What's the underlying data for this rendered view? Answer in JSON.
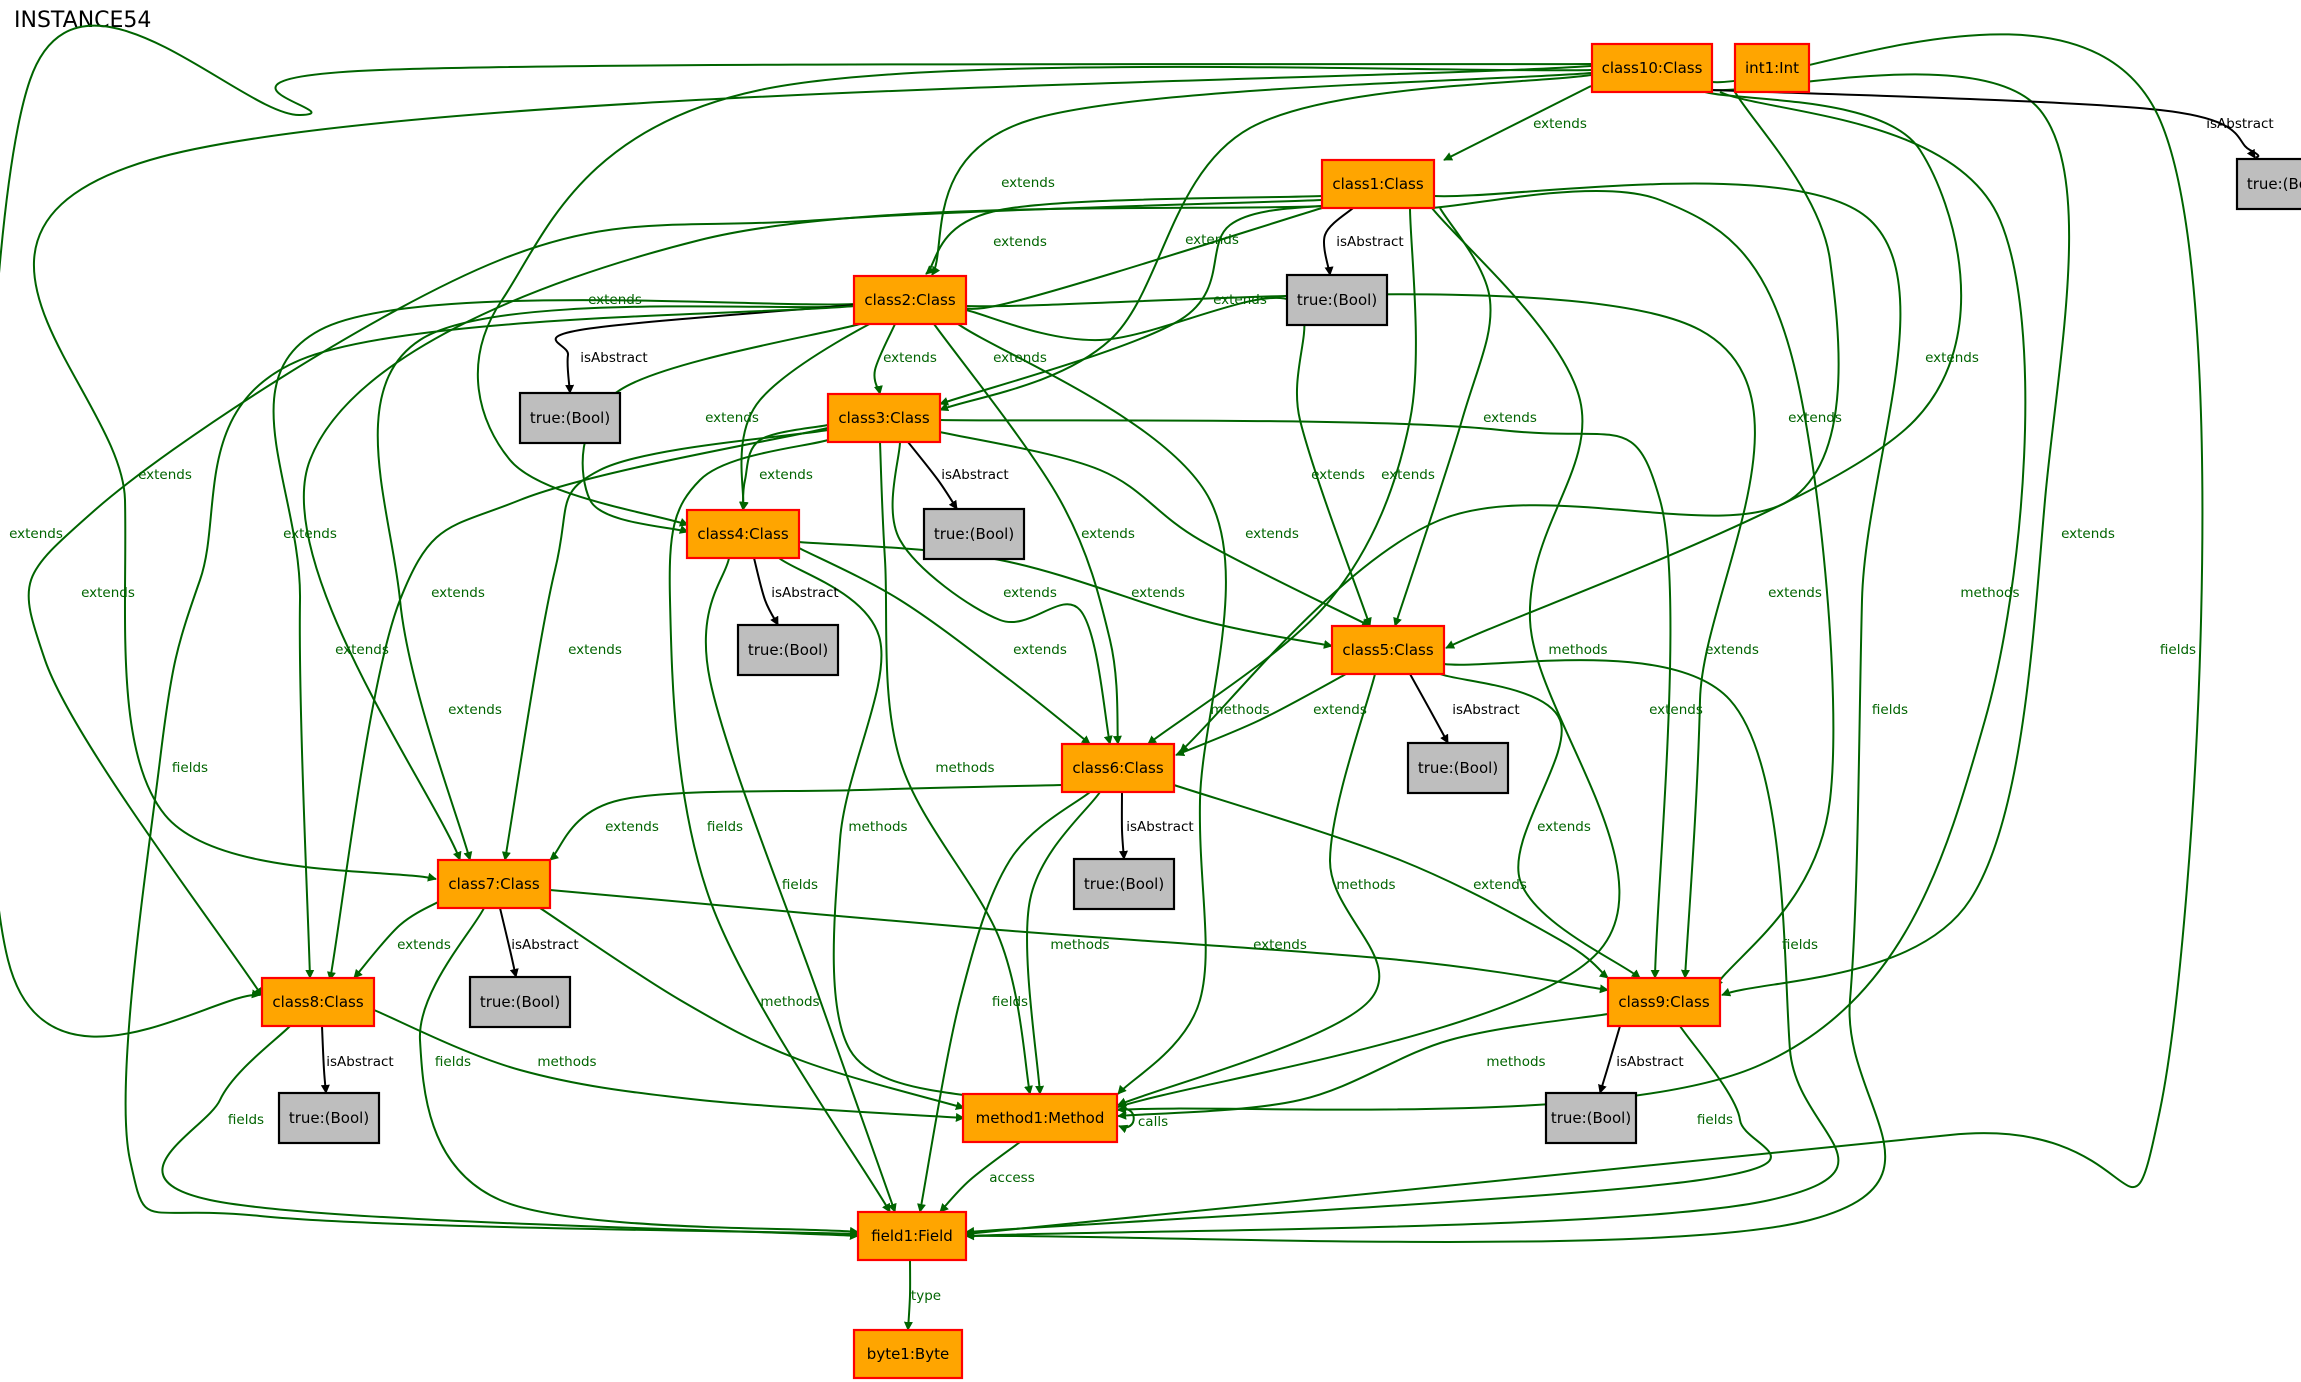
{
  "title": "INSTANCE54",
  "colors": {
    "object_fill": "#FFA500",
    "object_border": "#FF0000",
    "value_fill": "#BEBEBE",
    "value_border": "#000000",
    "edge_green": "#006400",
    "edge_black": "#000000"
  },
  "nodes": [
    {
      "id": "class10",
      "label": "class10:Class",
      "kind": "object"
    },
    {
      "id": "int1",
      "label": "int1:Int",
      "kind": "object"
    },
    {
      "id": "tb10",
      "label": "true:(Bool)",
      "kind": "value"
    },
    {
      "id": "class1",
      "label": "class1:Class",
      "kind": "object"
    },
    {
      "id": "tb1",
      "label": "true:(Bool)",
      "kind": "value"
    },
    {
      "id": "class2",
      "label": "class2:Class",
      "kind": "object"
    },
    {
      "id": "tb2",
      "label": "true:(Bool)",
      "kind": "value"
    },
    {
      "id": "class3",
      "label": "class3:Class",
      "kind": "object"
    },
    {
      "id": "tb3",
      "label": "true:(Bool)",
      "kind": "value"
    },
    {
      "id": "class4",
      "label": "class4:Class",
      "kind": "object"
    },
    {
      "id": "tb4",
      "label": "true:(Bool)",
      "kind": "value"
    },
    {
      "id": "class5",
      "label": "class5:Class",
      "kind": "object"
    },
    {
      "id": "tb5",
      "label": "true:(Bool)",
      "kind": "value"
    },
    {
      "id": "class6",
      "label": "class6:Class",
      "kind": "object"
    },
    {
      "id": "tb6",
      "label": "true:(Bool)",
      "kind": "value"
    },
    {
      "id": "class7",
      "label": "class7:Class",
      "kind": "object"
    },
    {
      "id": "tb7",
      "label": "true:(Bool)",
      "kind": "value"
    },
    {
      "id": "class8",
      "label": "class8:Class",
      "kind": "object"
    },
    {
      "id": "tb8",
      "label": "true:(Bool)",
      "kind": "value"
    },
    {
      "id": "class9",
      "label": "class9:Class",
      "kind": "object"
    },
    {
      "id": "tb9",
      "label": "true:(Bool)",
      "kind": "value"
    },
    {
      "id": "method1",
      "label": "method1:Method",
      "kind": "object"
    },
    {
      "id": "field1",
      "label": "field1:Field",
      "kind": "object"
    },
    {
      "id": "byte1",
      "label": "byte1:Byte",
      "kind": "object"
    }
  ],
  "edges": [
    {
      "from": "class10",
      "to": "class1",
      "label": "extends"
    },
    {
      "from": "class10",
      "to": "class2",
      "label": "extends"
    },
    {
      "from": "class10",
      "to": "class3",
      "label": "extends"
    },
    {
      "from": "class10",
      "to": "class4",
      "label": "extends"
    },
    {
      "from": "class10",
      "to": "class5",
      "label": "extends"
    },
    {
      "from": "class10",
      "to": "class6",
      "label": "extends"
    },
    {
      "from": "class10",
      "to": "class7",
      "label": "extends"
    },
    {
      "from": "class10",
      "to": "class8",
      "label": "extends"
    },
    {
      "from": "class10",
      "to": "class9",
      "label": "extends"
    },
    {
      "from": "class10",
      "to": "tb10",
      "label": "isAbstract"
    },
    {
      "from": "class10",
      "to": "method1",
      "label": "methods"
    },
    {
      "from": "class10",
      "to": "field1",
      "label": "fields"
    },
    {
      "from": "class1",
      "to": "class2",
      "label": "extends"
    },
    {
      "from": "class1",
      "to": "class3",
      "label": "extends"
    },
    {
      "from": "class1",
      "to": "class4",
      "label": "extends"
    },
    {
      "from": "class1",
      "to": "class5",
      "label": "extends"
    },
    {
      "from": "class1",
      "to": "class6",
      "label": "extends"
    },
    {
      "from": "class1",
      "to": "class7",
      "label": "extends"
    },
    {
      "from": "class1",
      "to": "class8",
      "label": "extends"
    },
    {
      "from": "class1",
      "to": "class9",
      "label": "extends"
    },
    {
      "from": "class1",
      "to": "tb1",
      "label": "isAbstract"
    },
    {
      "from": "class1",
      "to": "method1",
      "label": "methods"
    },
    {
      "from": "class1",
      "to": "field1",
      "label": "fields"
    },
    {
      "from": "class2",
      "to": "class3",
      "label": "extends"
    },
    {
      "from": "class2",
      "to": "class4",
      "label": "extends"
    },
    {
      "from": "class2",
      "to": "class5",
      "label": "extends"
    },
    {
      "from": "class2",
      "to": "class6",
      "label": "extends"
    },
    {
      "from": "class2",
      "to": "class7",
      "label": "extends"
    },
    {
      "from": "class2",
      "to": "class8",
      "label": "extends"
    },
    {
      "from": "class2",
      "to": "class9",
      "label": "extends"
    },
    {
      "from": "class2",
      "to": "tb2",
      "label": "isAbstract"
    },
    {
      "from": "class2",
      "to": "method1",
      "label": "methods"
    },
    {
      "from": "class2",
      "to": "field1",
      "label": "fields"
    },
    {
      "from": "class3",
      "to": "class4",
      "label": "extends"
    },
    {
      "from": "class3",
      "to": "class5",
      "label": "extends"
    },
    {
      "from": "class3",
      "to": "class6",
      "label": "extends"
    },
    {
      "from": "class3",
      "to": "class7",
      "label": "extends"
    },
    {
      "from": "class3",
      "to": "class8",
      "label": "extends"
    },
    {
      "from": "class3",
      "to": "class9",
      "label": "extends"
    },
    {
      "from": "class3",
      "to": "tb3",
      "label": "isAbstract"
    },
    {
      "from": "class3",
      "to": "method1",
      "label": "methods"
    },
    {
      "from": "class3",
      "to": "field1",
      "label": "fields"
    },
    {
      "from": "class4",
      "to": "class5",
      "label": "extends"
    },
    {
      "from": "class4",
      "to": "class6",
      "label": "extends"
    },
    {
      "from": "class4",
      "to": "tb4",
      "label": "isAbstract"
    },
    {
      "from": "class4",
      "to": "method1",
      "label": "methods"
    },
    {
      "from": "class4",
      "to": "field1",
      "label": "fields"
    },
    {
      "from": "class5",
      "to": "class6",
      "label": "extends"
    },
    {
      "from": "class5",
      "to": "class9",
      "label": "extends"
    },
    {
      "from": "class5",
      "to": "tb5",
      "label": "isAbstract"
    },
    {
      "from": "class5",
      "to": "method1",
      "label": "methods"
    },
    {
      "from": "class5",
      "to": "field1",
      "label": "fields"
    },
    {
      "from": "class6",
      "to": "class7",
      "label": "extends"
    },
    {
      "from": "class6",
      "to": "class9",
      "label": "extends"
    },
    {
      "from": "class6",
      "to": "tb6",
      "label": "isAbstract"
    },
    {
      "from": "class6",
      "to": "method1",
      "label": "methods"
    },
    {
      "from": "class6",
      "to": "field1",
      "label": "fields"
    },
    {
      "from": "class7",
      "to": "class8",
      "label": "extends"
    },
    {
      "from": "class7",
      "to": "class9",
      "label": "extends"
    },
    {
      "from": "class7",
      "to": "tb7",
      "label": "isAbstract"
    },
    {
      "from": "class7",
      "to": "method1",
      "label": "methods"
    },
    {
      "from": "class7",
      "to": "field1",
      "label": "fields"
    },
    {
      "from": "class8",
      "to": "tb8",
      "label": "isAbstract"
    },
    {
      "from": "class8",
      "to": "method1",
      "label": "methods"
    },
    {
      "from": "class8",
      "to": "field1",
      "label": "fields"
    },
    {
      "from": "class9",
      "to": "tb9",
      "label": "isAbstract"
    },
    {
      "from": "class9",
      "to": "method1",
      "label": "methods"
    },
    {
      "from": "class9",
      "to": "field1",
      "label": "fields"
    },
    {
      "from": "method1",
      "to": "method1",
      "label": "calls"
    },
    {
      "from": "method1",
      "to": "field1",
      "label": "access"
    },
    {
      "from": "field1",
      "to": "byte1",
      "label": "type"
    }
  ]
}
